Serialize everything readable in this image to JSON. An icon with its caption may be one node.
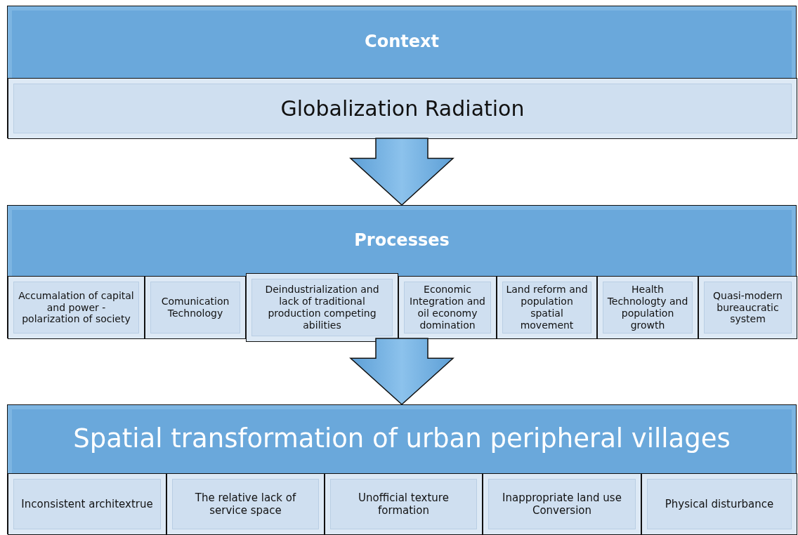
{
  "diagram": {
    "nodes": [
      {
        "text": [
          "Context"
        ]
      },
      {
        "text": [
          "Globalization Radiation"
        ],
        "in": 0
      },
      {
        "text": [
          "Processes"
        ]
      },
      {
        "text": [
          "Accumalation of capital and power - polarization of society"
        ],
        "in": 2
      },
      {
        "text": [
          "Comunication Technology"
        ],
        "in": 2
      },
      {
        "text": [
          "Deindustrialization and lack of traditional production competing abilities"
        ],
        "in": 2
      },
      {
        "text": [
          "Economic Integration and oil economy domination"
        ],
        "in": 2
      },
      {
        "text": [
          "Land reform and population spatial movement"
        ],
        "in": 2
      },
      {
        "text": [
          "Health Technologty and population growth"
        ],
        "in": 2
      },
      {
        "text": [
          "Quasi-modern bureaucratic system"
        ],
        "in": 2
      },
      {
        "text": [
          "Spatial transformation of urban peripheral villages"
        ]
      },
      {
        "text": [
          "Inconsistent architextrue"
        ],
        "in": 10
      },
      {
        "text": [
          "The relative lack of service space"
        ],
        "in": 10
      },
      {
        "text": [
          "Unofficial texture formation"
        ],
        "in": 10
      },
      {
        "text": [
          "Inappropriate land use Conversion"
        ],
        "in": 10
      },
      {
        "text": [
          "Physical disturbance"
        ],
        "in": 10
      }
    ],
    "edges": [
      {
        "from": 0,
        "to": 2,
        "arrow": "to"
      },
      {
        "from": 2,
        "to": 10,
        "arrow": "to"
      }
    ]
  }
}
